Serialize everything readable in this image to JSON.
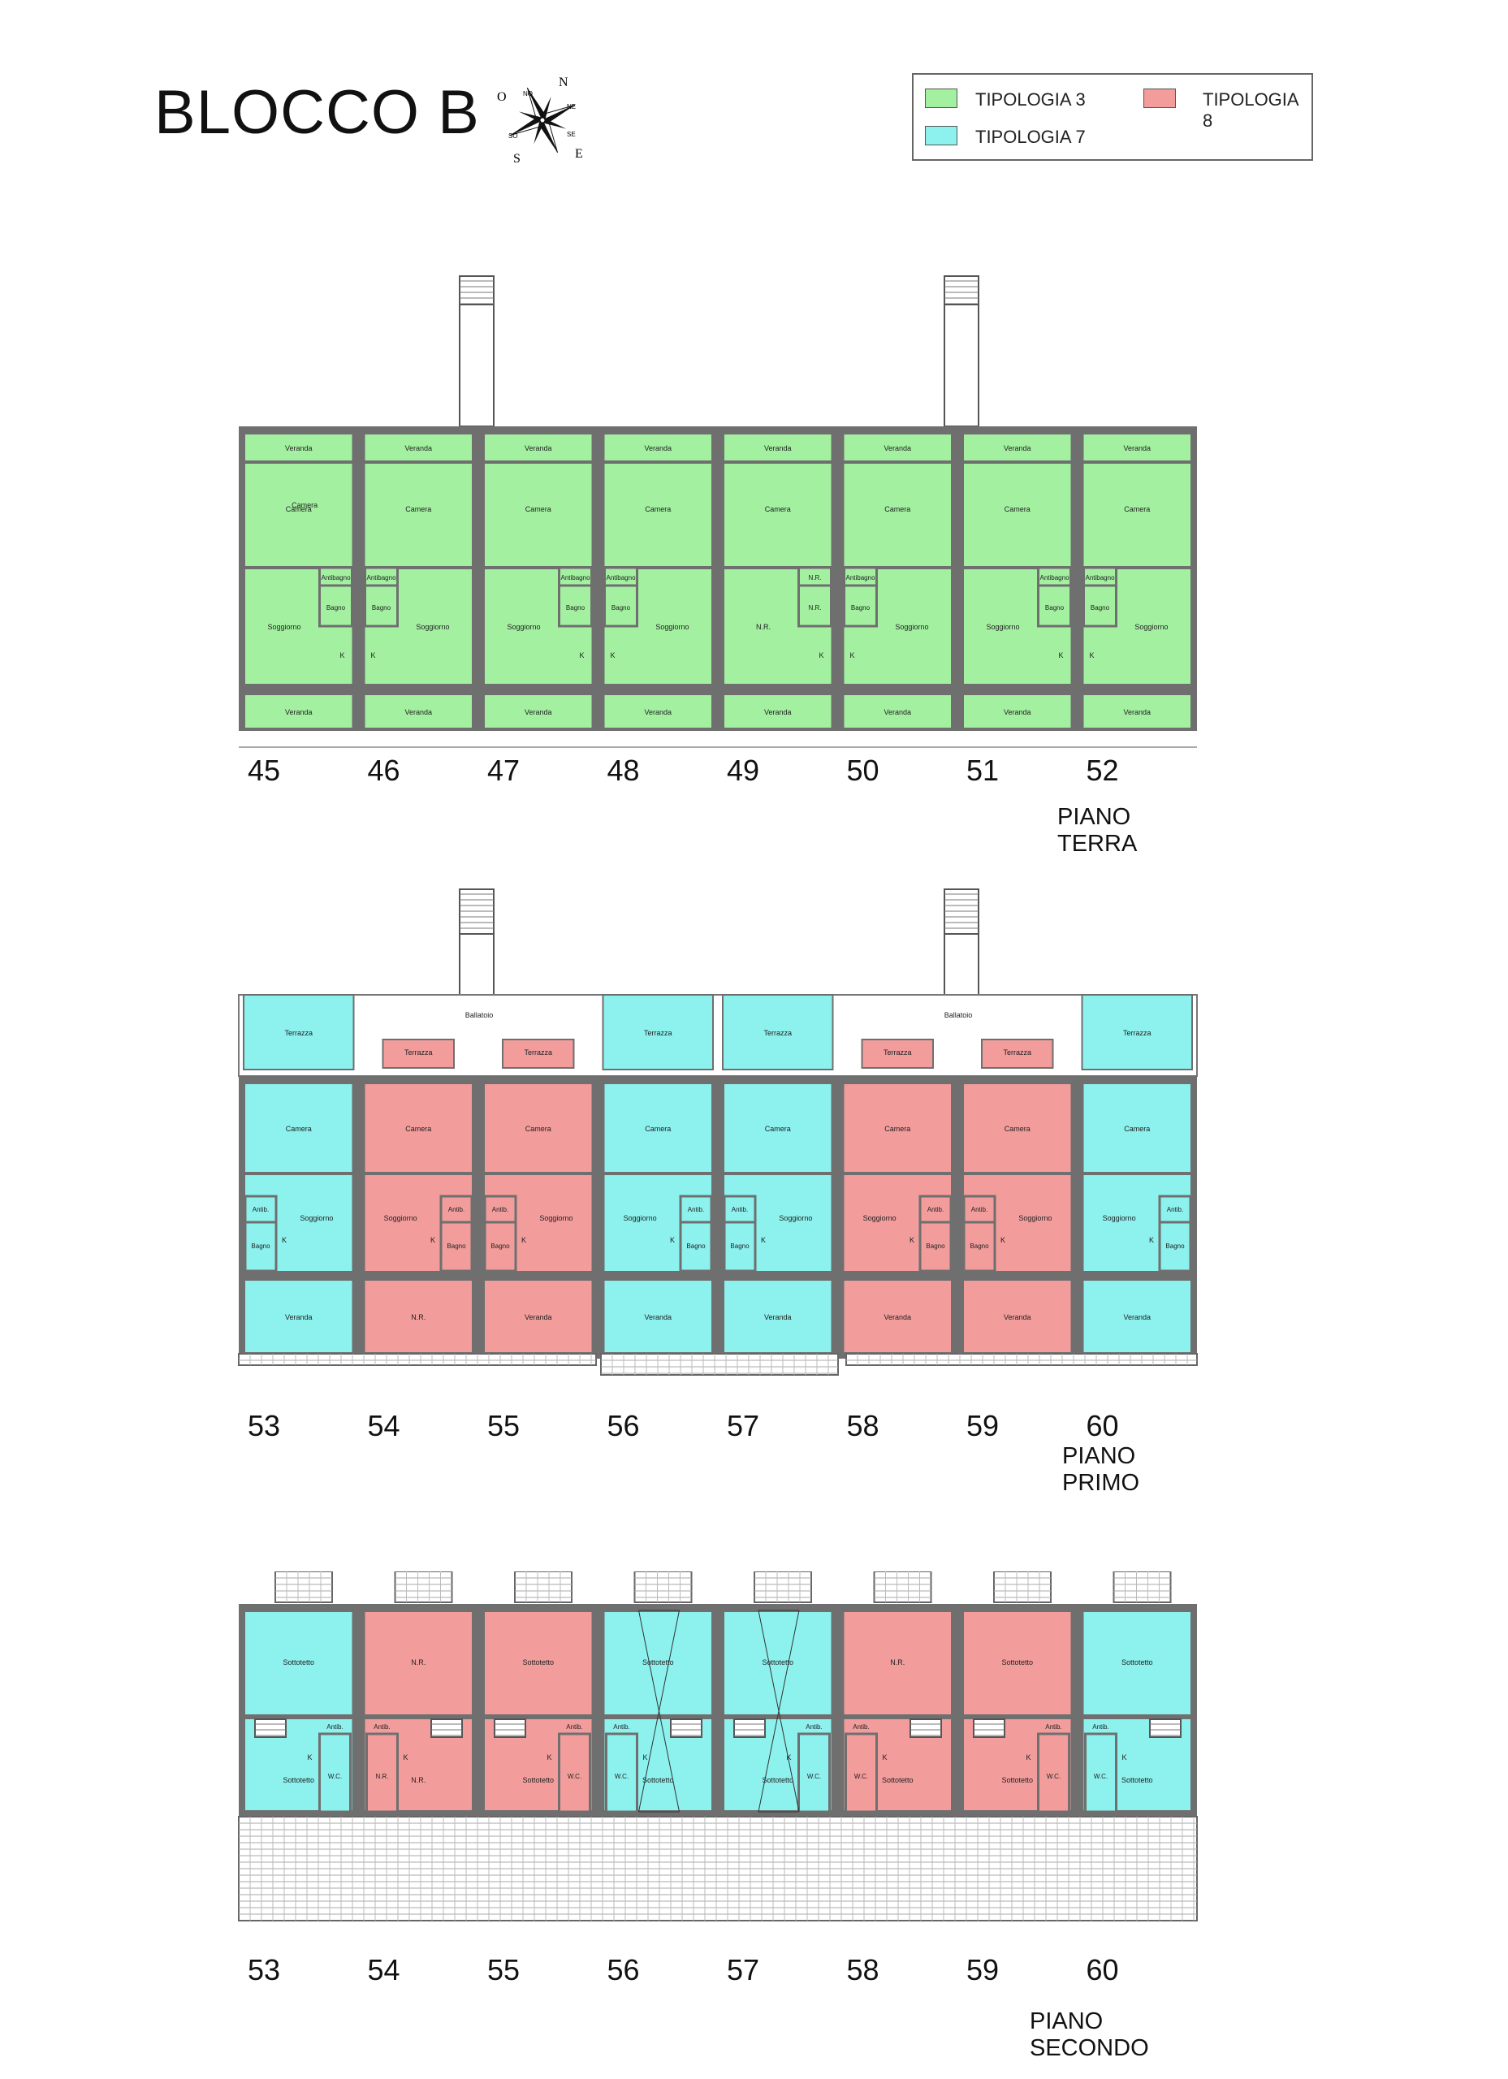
{
  "title": "BLOCCO B",
  "compass": {
    "n": "N",
    "s": "S",
    "e": "E",
    "o": "O",
    "ne": "NE",
    "so": "SO",
    "se": "SE",
    "no": "NO"
  },
  "legend": [
    {
      "label": "TIPOLOGIA 3",
      "color": "#a3f0a1"
    },
    {
      "label": "TIPOLOGIA 7",
      "color": "#8df1ee"
    },
    {
      "label": "TIPOLOGIA 8",
      "color": "#f29c9c"
    }
  ],
  "colors": {
    "wall": "#6f6f6f",
    "t3": "#a3f0a1",
    "t7": "#8df1ee",
    "t8": "#f29c9c"
  },
  "floors": {
    "terra": {
      "name": "PIANO TERRA",
      "units": [
        "45",
        "46",
        "47",
        "48",
        "49",
        "50",
        "51",
        "52"
      ],
      "types": [
        "t3",
        "t3",
        "t3",
        "t3",
        "t3",
        "t3",
        "t3",
        "t3"
      ],
      "rooms": {
        "top": [
          "Veranda",
          "Veranda",
          "Veranda",
          "Veranda",
          "Veranda",
          "Veranda",
          "Veranda",
          "Veranda"
        ],
        "camera": [
          "Camera",
          "Camera",
          "Camera",
          "Camera",
          "Camera",
          "Camera",
          "Camera",
          "Camera"
        ],
        "camera2": "Camera",
        "antibagno": [
          "Antibagno",
          "Antibagno",
          "Antibagno",
          "Antibagno",
          "N.R.",
          "Antibagno",
          "Antibagno",
          "Antibagno"
        ],
        "bagno": [
          "Bagno",
          "Bagno",
          "Bagno",
          "Bagno",
          "N.R.",
          "Bagno",
          "Bagno",
          "Bagno"
        ],
        "soggiorno": [
          "Soggiorno",
          "Soggiorno",
          "Soggiorno",
          "Soggiorno",
          "N.R.",
          "Soggiorno",
          "Soggiorno",
          "Soggiorno"
        ],
        "k": "K",
        "bottom": [
          "Veranda",
          "Veranda",
          "Veranda",
          "Veranda",
          "Veranda",
          "Veranda",
          "Veranda",
          "Veranda"
        ]
      }
    },
    "primo": {
      "name": "PIANO PRIMO",
      "units": [
        "53",
        "54",
        "55",
        "56",
        "57",
        "58",
        "59",
        "60"
      ],
      "types": [
        "t7",
        "t8",
        "t8",
        "t7",
        "t7",
        "t8",
        "t8",
        "t7"
      ],
      "ballatoio": "Ballatoio",
      "rooms": {
        "terrazza": [
          "Terrazza",
          "Terrazza",
          "Terrazza",
          "Terrazza",
          "Terrazza",
          "Terrazza",
          "Terrazza",
          "Terrazza"
        ],
        "camera": [
          "Camera",
          "Camera",
          "Camera",
          "Camera",
          "Camera",
          "Camera",
          "Camera",
          "Camera"
        ],
        "soggiorno": [
          "Soggiorno",
          "Soggiorno",
          "Soggiorno",
          "Soggiorno",
          "Soggiorno",
          "Soggiorno",
          "Soggiorno",
          "Soggiorno"
        ],
        "antib": "Antib.",
        "bagno": "Bagno",
        "k": "K",
        "bottom": [
          "Veranda",
          "N.R.",
          "Veranda",
          "Veranda",
          "Veranda",
          "Veranda",
          "Veranda",
          "Veranda"
        ]
      }
    },
    "secondo": {
      "name": "PIANO SECONDO",
      "units": [
        "53",
        "54",
        "55",
        "56",
        "57",
        "58",
        "59",
        "60"
      ],
      "types": [
        "t7",
        "t8",
        "t8",
        "t7",
        "t7",
        "t8",
        "t8",
        "t7"
      ],
      "rooms": {
        "top": [
          "Sottotetto",
          "N.R.",
          "Sottotetto",
          "Sottotetto",
          "Sottotetto",
          "N.R.",
          "Sottotetto",
          "Sottotetto"
        ],
        "lower": [
          "Sottotetto",
          "N.R.",
          "Sottotetto",
          "Sottotetto",
          "Sottotetto",
          "Sottotetto",
          "Sottotetto",
          "Sottotetto"
        ],
        "wc": [
          "W.C.",
          "N.R.",
          "W.C.",
          "W.C.",
          "W.C.",
          "W.C.",
          "W.C.",
          "W.C."
        ],
        "antib": "Antib.",
        "k": "K"
      }
    }
  }
}
